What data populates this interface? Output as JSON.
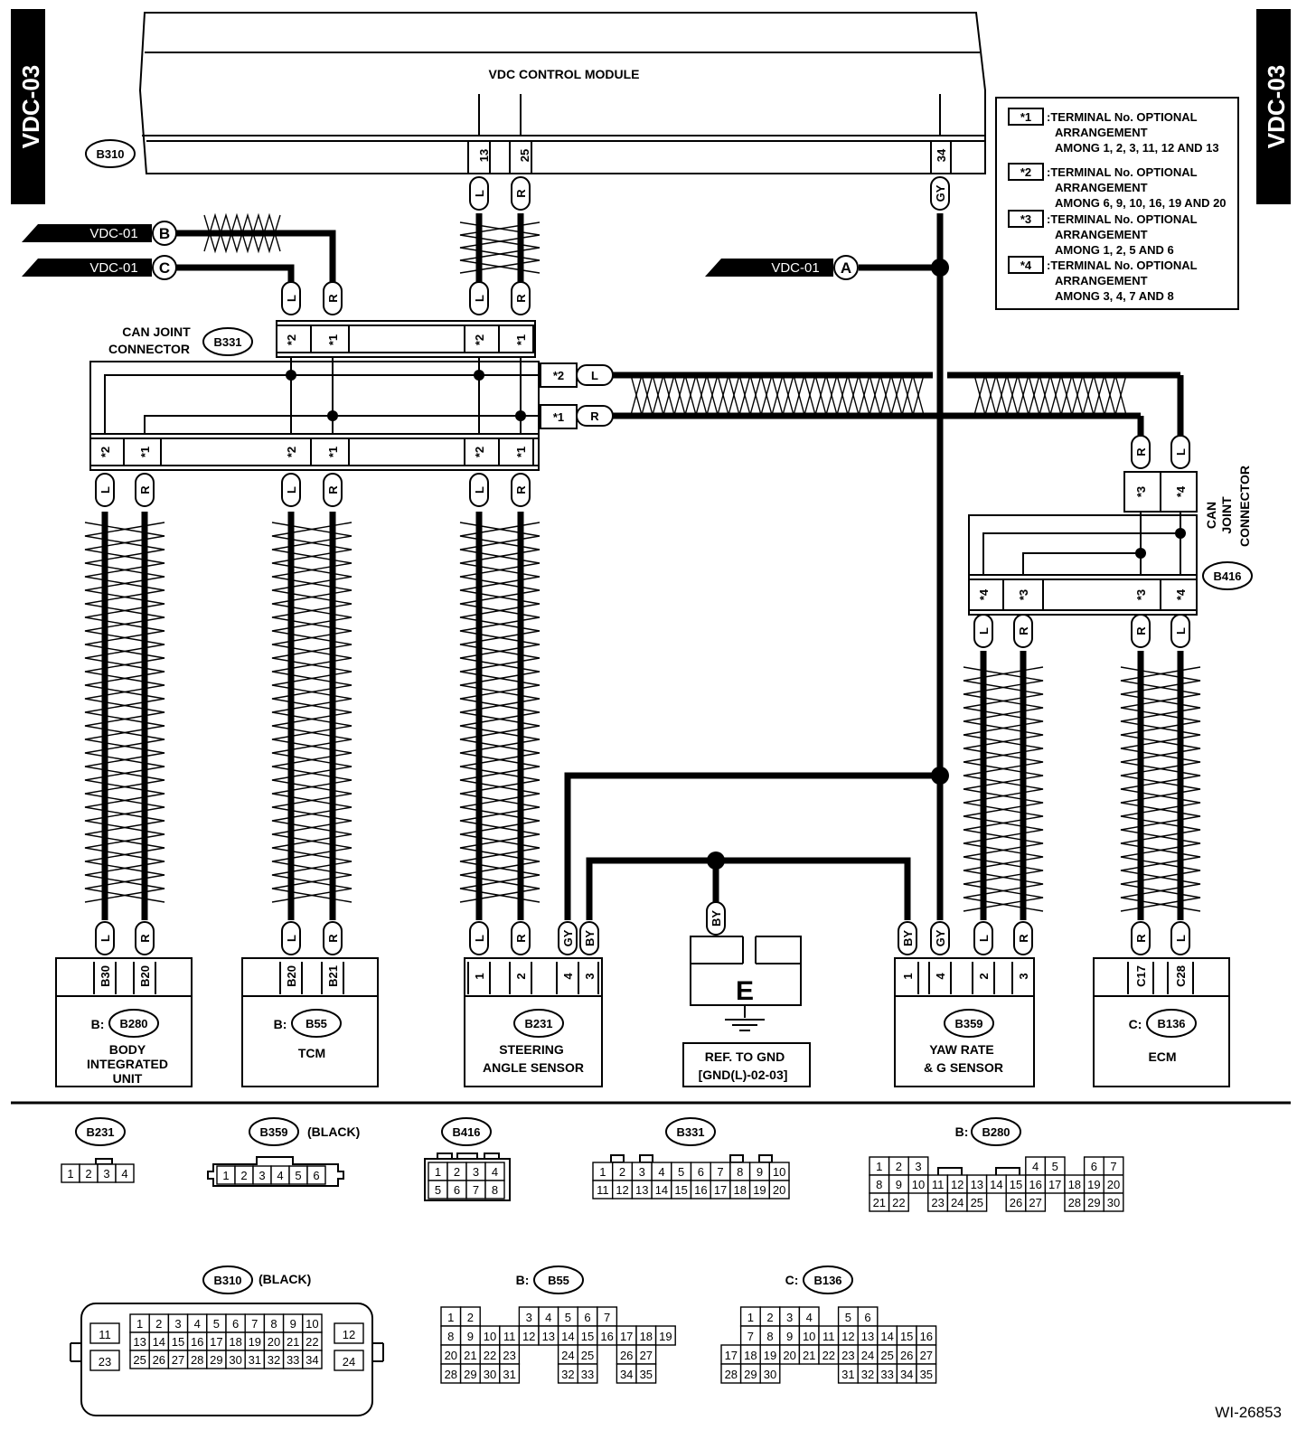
{
  "side_tabs": {
    "left": "VDC-03",
    "right": "VDC-03"
  },
  "module": {
    "title": "VDC CONTROL MODULE",
    "connector": "B310",
    "pins": [
      "13",
      "25",
      "34"
    ],
    "wires": [
      "L",
      "R",
      "GY"
    ]
  },
  "refs": {
    "b": "VDC-01",
    "b_letter": "B",
    "c": "VDC-01",
    "c_letter": "C",
    "a": "VDC-01",
    "a_letter": "A"
  },
  "legend": [
    {
      "key": "*1",
      "text": [
        ":TERMINAL No. OPTIONAL",
        "ARRANGEMENT",
        "AMONG 1, 2, 3, 11, 12 AND 13"
      ]
    },
    {
      "key": "*2",
      "text": [
        ":TERMINAL No. OPTIONAL",
        "ARRANGEMENT",
        "AMONG 6, 9, 10, 16, 19 AND 20"
      ]
    },
    {
      "key": "*3",
      "text": [
        ":TERMINAL No. OPTIONAL",
        "ARRANGEMENT",
        "AMONG 1, 2, 5 AND 6"
      ]
    },
    {
      "key": "*4",
      "text": [
        ":TERMINAL No. OPTIONAL",
        "ARRANGEMENT",
        "AMONG 3, 4, 7 AND 8"
      ]
    }
  ],
  "can_joint_1": {
    "line1": "CAN JOINT",
    "line2": "CONNECTOR",
    "id": "B331"
  },
  "can_joint_2": {
    "line1": "CAN",
    "line2": "JOINT",
    "line3": "CONNECTOR",
    "id": "B416"
  },
  "star": {
    "s1": "*1",
    "s2": "*2",
    "s3": "*3",
    "s4": "*4"
  },
  "wire_codes": {
    "L": "L",
    "R": "R",
    "GY": "GY",
    "BY": "BY"
  },
  "components": {
    "body": {
      "prefix": "B:",
      "id": "B280",
      "name": [
        "BODY",
        "INTEGRATED",
        "UNIT"
      ],
      "pins": [
        "B30",
        "B20"
      ]
    },
    "tcm": {
      "prefix": "B:",
      "id": "B55",
      "name": [
        "TCM"
      ],
      "pins": [
        "B20",
        "B21"
      ]
    },
    "steering": {
      "id": "B231",
      "name": [
        "STEERING",
        "ANGLE SENSOR"
      ],
      "pins": [
        "1",
        "2",
        "4",
        "3"
      ]
    },
    "ground": {
      "letter": "E",
      "ref": [
        "REF. TO GND",
        "[GND(L)-02-03]"
      ]
    },
    "yaw": {
      "id": "B359",
      "name": [
        "YAW RATE",
        "& G SENSOR"
      ],
      "pins": [
        "1",
        "4",
        "2",
        "3"
      ]
    },
    "ecm": {
      "prefix": "C:",
      "id": "B136",
      "name": [
        "ECM"
      ],
      "pins": [
        "C17",
        "C28"
      ]
    }
  },
  "connector_views": {
    "b231": {
      "id": "B231",
      "pins": [
        "1",
        "2",
        "3",
        "4"
      ]
    },
    "b359": {
      "id": "B359",
      "note": "(BLACK)",
      "pins": [
        "1",
        "2",
        "3",
        "4",
        "5",
        "6"
      ]
    },
    "b416": {
      "id": "B416",
      "rows": [
        [
          "1",
          "2",
          "3",
          "4"
        ],
        [
          "5",
          "6",
          "7",
          "8"
        ]
      ]
    },
    "b331": {
      "id": "B331",
      "rows": [
        [
          "1",
          "2",
          "3",
          "4",
          "5",
          "6",
          "7",
          "8",
          "9",
          "10"
        ],
        [
          "11",
          "12",
          "13",
          "14",
          "15",
          "16",
          "17",
          "18",
          "19",
          "20"
        ]
      ]
    },
    "b280": {
      "prefix": "B:",
      "id": "B280",
      "rows": [
        [
          "1",
          "2",
          "3",
          "",
          "",
          "",
          "",
          "",
          "4",
          "5",
          "",
          "6",
          "7"
        ],
        [
          "8",
          "9",
          "10",
          "11",
          "12",
          "13",
          "14",
          "15",
          "16",
          "17",
          "18",
          "19",
          "20"
        ],
        [
          "21",
          "22",
          "",
          "23",
          "24",
          "25",
          "",
          "26",
          "27",
          "",
          "28",
          "29",
          "30"
        ]
      ]
    },
    "b310": {
      "id": "B310",
      "note": "(BLACK)",
      "side_left": [
        "11",
        "23"
      ],
      "side_right": [
        "12",
        "24"
      ],
      "rows": [
        [
          "1",
          "2",
          "3",
          "4",
          "5",
          "6",
          "7",
          "8",
          "9",
          "10"
        ],
        [
          "13",
          "14",
          "15",
          "16",
          "17",
          "18",
          "19",
          "20",
          "21",
          "22"
        ],
        [
          "25",
          "26",
          "27",
          "28",
          "29",
          "30",
          "31",
          "32",
          "33",
          "34"
        ]
      ]
    },
    "b55": {
      "prefix": "B:",
      "id": "B55",
      "rows": [
        [
          "1",
          "2",
          "",
          "",
          "3",
          "4",
          "5",
          "6",
          "7"
        ],
        [
          "8",
          "9",
          "10",
          "11",
          "12",
          "13",
          "14",
          "15",
          "16",
          "17",
          "18",
          "19"
        ],
        [
          "20",
          "21",
          "22",
          "23",
          "",
          "",
          "24",
          "25",
          "",
          "26",
          "27"
        ],
        [
          "28",
          "29",
          "30",
          "31",
          "",
          "",
          "32",
          "33",
          "",
          "34",
          "35"
        ]
      ]
    },
    "b136": {
      "prefix": "C:",
      "id": "B136",
      "rows": [
        [
          "",
          "1",
          "2",
          "3",
          "4",
          "",
          "5",
          "6"
        ],
        [
          "",
          "7",
          "8",
          "9",
          "10",
          "11",
          "12",
          "13",
          "14",
          "15",
          "16"
        ],
        [
          "17",
          "18",
          "19",
          "20",
          "21",
          "22",
          "23",
          "24",
          "25",
          "26",
          "27"
        ],
        [
          "28",
          "29",
          "30",
          "",
          "",
          "",
          "31",
          "32",
          "33",
          "34",
          "35"
        ]
      ]
    }
  },
  "figure_id": "WI-26853"
}
